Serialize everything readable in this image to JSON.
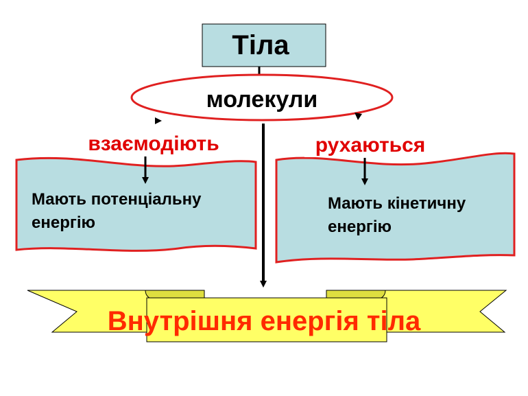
{
  "diagram": {
    "top_box": {
      "label": "Тіла"
    },
    "ellipse": {
      "label": "молекули"
    },
    "left_branch": {
      "label": "взаємодіють",
      "banner_text": "Мають потенціальну енергію"
    },
    "right_branch": {
      "label": "рухаються",
      "banner_text": "Мають кінетичну енергію"
    },
    "bottom_banner": {
      "label": "Внутрішня енергія тіла"
    }
  },
  "colors": {
    "box_fill": "#b8dde1",
    "box_stroke": "#000000",
    "ellipse_fill": "#ffffff",
    "ellipse_stroke": "#e02020",
    "scroll_fill": "#b8dde1",
    "scroll_stroke": "#e02020",
    "ribbon_fill": "#ffff66",
    "ribbon_stroke": "#000000",
    "accent_text": "#e00000",
    "bottom_text": "#ff2a00",
    "arrow": "#000000"
  }
}
